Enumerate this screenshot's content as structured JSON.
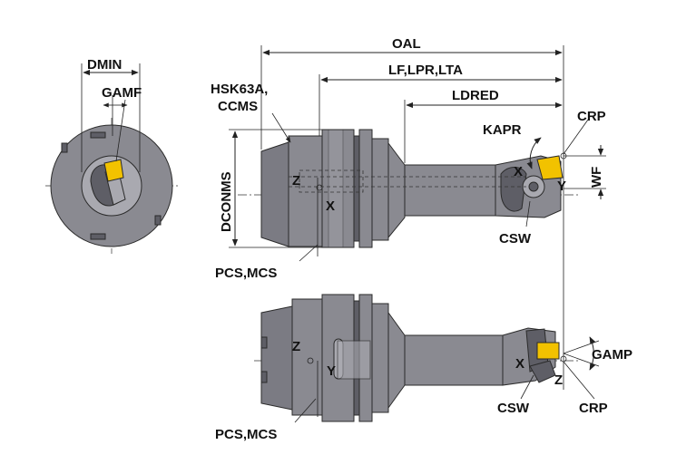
{
  "labels": {
    "oal": "OAL",
    "lf_lpr_lta": "LF,LPR,LTA",
    "ldred": "LDRED",
    "hsk": "HSK63A,",
    "ccms": "CCMS",
    "dconms": "DCONMS",
    "dmin": "DMIN",
    "gamf": "GAMF",
    "kapr": "KAPR",
    "crp_top": "CRP",
    "wf": "WF",
    "csw_top": "CSW",
    "pcs_mcs_top": "PCS,MCS",
    "gamp": "GAMP",
    "csw_bottom": "CSW",
    "crp_bottom": "CRP",
    "pcs_mcs_bottom": "PCS,MCS"
  },
  "axes": {
    "top_z": "Z",
    "top_x": "X",
    "top_head_x": "X",
    "top_head_y": "Y",
    "bottom_z": "Z",
    "bottom_y": "Y",
    "bottom_head_x": "X",
    "bottom_head_z": "Z"
  },
  "colors": {
    "body": "#8a8a91",
    "insert": "#f2c200",
    "line": "#222222"
  }
}
